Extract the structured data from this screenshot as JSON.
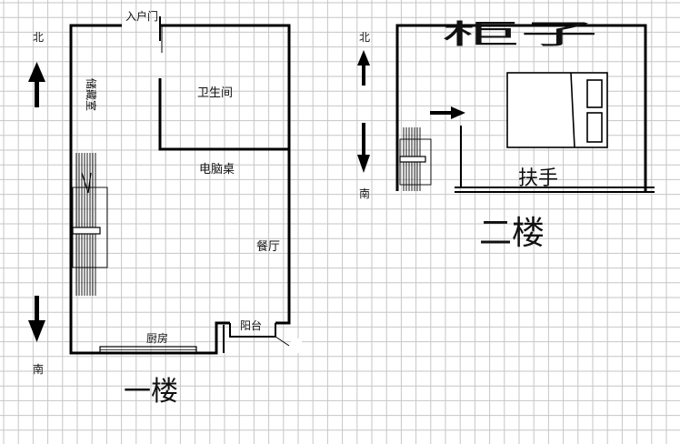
{
  "floor1": {
    "title": "一楼",
    "rooms": {
      "entrance": "入户门",
      "storage": "储藏室",
      "bathroom": "卫生间",
      "computer_desk": "电脑桌",
      "dining": "餐厅",
      "balcony": "阳台",
      "kitchen": "厨房"
    },
    "compass": {
      "north": "北",
      "south": "南"
    }
  },
  "floor2": {
    "title": "二楼",
    "labels": {
      "wardrobe": "柜子",
      "handrail": "扶手"
    },
    "compass": {
      "north": "北",
      "south": "南"
    }
  },
  "colors": {
    "grid": "#c6c6c6",
    "wall": "#000000",
    "text": "#111111"
  }
}
